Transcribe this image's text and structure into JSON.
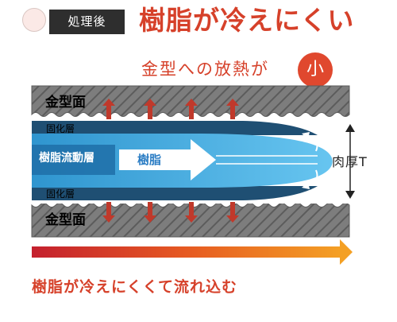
{
  "header": {
    "badge": "処理後",
    "title": "樹脂が冷えにくい"
  },
  "heat": {
    "label": "金型への放熱が",
    "level": "小"
  },
  "diagram": {
    "mold_top": "金型面",
    "mold_bottom": "金型面",
    "solid_top": "固化層",
    "solid_bottom": "固化層",
    "flow_layer": "樹脂流動層",
    "resin": "樹脂",
    "thickness": "肉厚T"
  },
  "caption": "樹脂が冷えにくくて流れ込む",
  "colors": {
    "accent": "#d6412a",
    "mold": "#7a7a7a",
    "solid_layer": "#1f4f73",
    "resin": "#55b8ea",
    "heat_arrow": "#c0392b"
  }
}
